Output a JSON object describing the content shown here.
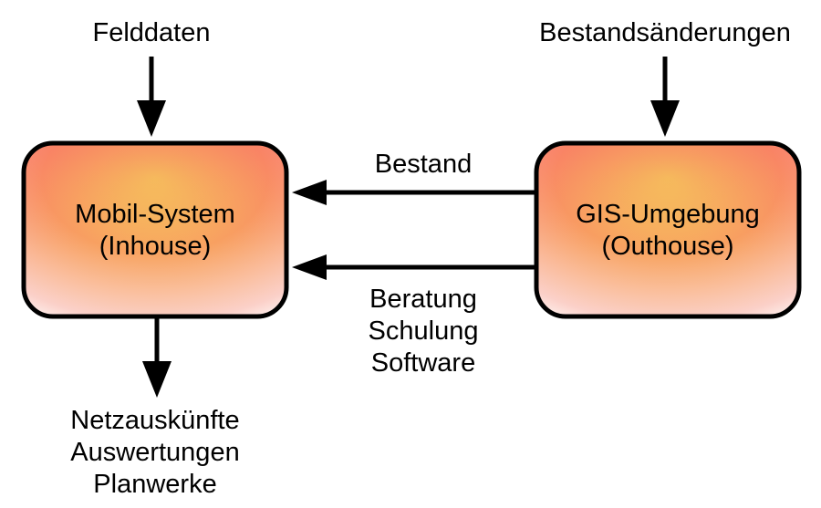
{
  "inputs": {
    "left_top": "Felddaten",
    "right_top": "Bestandsänderungen"
  },
  "boxes": {
    "left": {
      "title": "Mobil-System",
      "subtitle": "(Inhouse)"
    },
    "right": {
      "title": "GIS-Umgebung",
      "subtitle": "(Outhouse)"
    }
  },
  "arrows": {
    "upper_label": "Bestand",
    "lower_labels": [
      "Beratung",
      "Schulung",
      "Software"
    ]
  },
  "outputs": {
    "left_bottom": [
      "Netzauskünfte",
      "Auswertungen",
      "Planwerke"
    ]
  },
  "colors": {
    "box_gradient_edge": "#fa5a6a",
    "box_gradient_center": "#f3ee55",
    "box_gradient_bottom": "#ffffff",
    "stroke": "#000000"
  }
}
